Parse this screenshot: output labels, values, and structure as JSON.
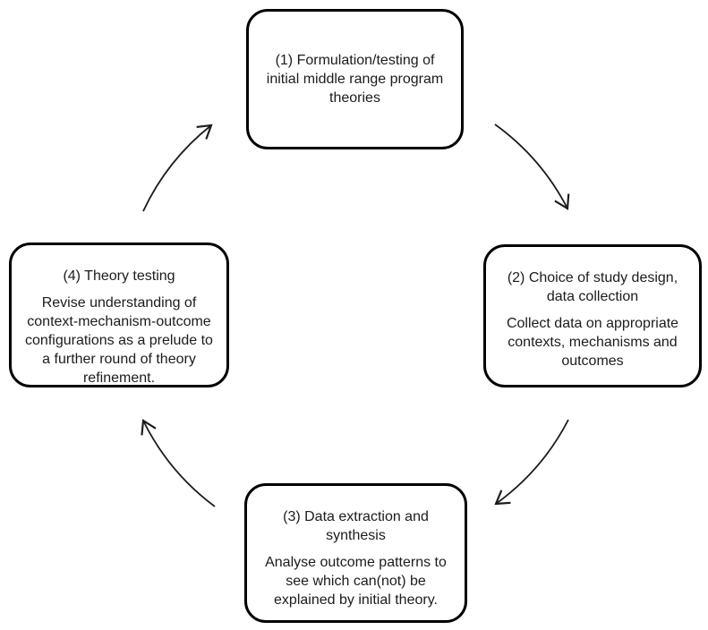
{
  "diagram": {
    "kind": "cyclical-process",
    "colors": {
      "background": "#ffffff",
      "box_fill": "#ffffff",
      "box_border": "#000000",
      "text": "#1c1c1c",
      "arrow": "#1c1c1c"
    },
    "steps": [
      {
        "position": "top",
        "title": "(1) Formulation/testing  of initial middle range program theories",
        "body": ""
      },
      {
        "position": "right",
        "title": "(2) Choice of study design, data collection",
        "body": "Collect data on appropriate contexts, mechanisms and outcomes"
      },
      {
        "position": "bottom",
        "title": "(3) Data extraction and synthesis",
        "body": "Analyse outcome patterns to see which can(not) be explained by initial theory."
      },
      {
        "position": "left",
        "title": "(4) Theory testing",
        "body": "Revise understanding of context-mechanism-outcome configurations as a prelude to a further round of theory refinement."
      }
    ],
    "arrows": [
      {
        "from": "step-1",
        "to": "step-2",
        "direction": "clockwise"
      },
      {
        "from": "step-2",
        "to": "step-3",
        "direction": "clockwise"
      },
      {
        "from": "step-3",
        "to": "step-4",
        "direction": "clockwise"
      },
      {
        "from": "step-4",
        "to": "step-1",
        "direction": "clockwise"
      }
    ]
  }
}
